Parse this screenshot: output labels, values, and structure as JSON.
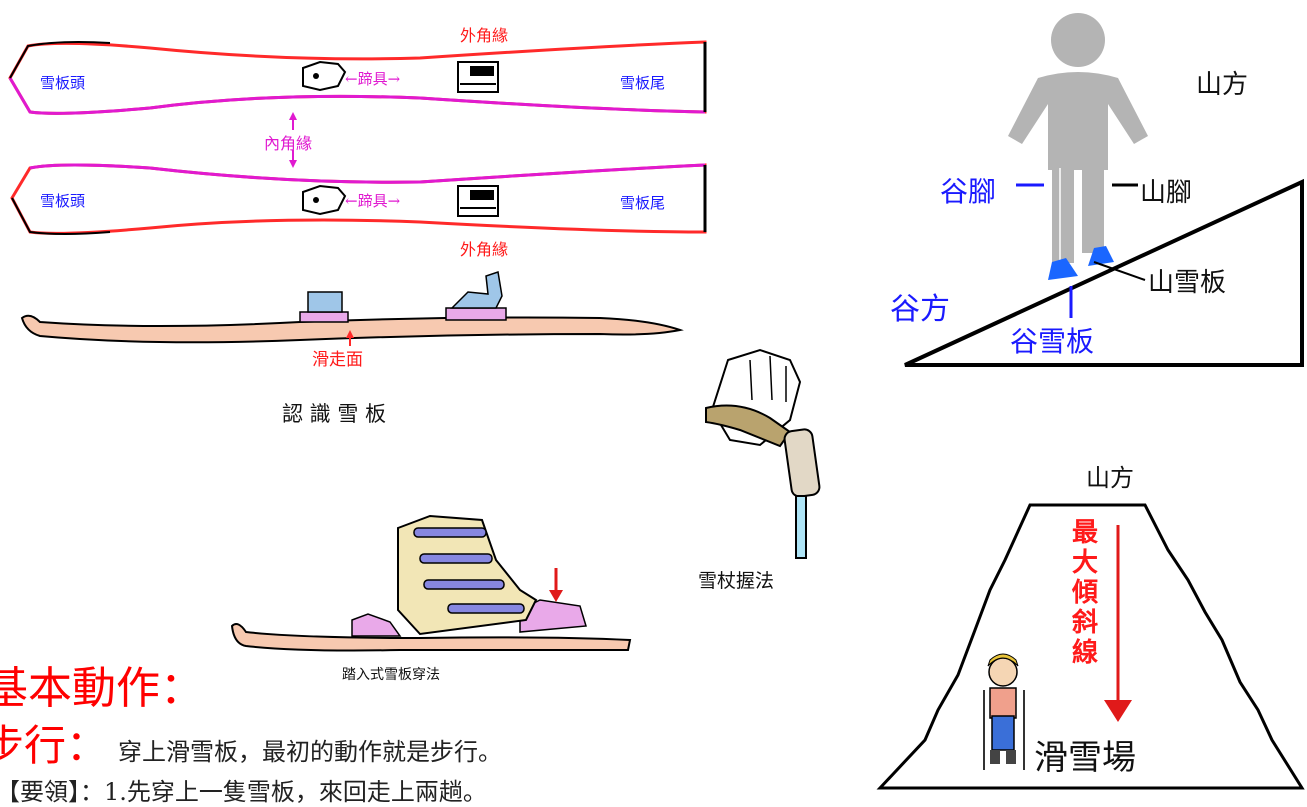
{
  "skis": {
    "tip": "雪板頭",
    "tail": "雪板尾",
    "outer_edge": "外角緣",
    "inner_edge": "內角緣",
    "binding": "←蹄具→",
    "base": "滑走面",
    "caption": "認 識 雪 板"
  },
  "boot": {
    "caption": "踏入式雪板穿法"
  },
  "pole": {
    "caption": "雪杖握法"
  },
  "slope_figure": {
    "uphill": "山方",
    "valley_foot": "谷腳",
    "uphill_foot": "山腳",
    "valley_side": "谷方",
    "uphill_ski": "山雪板",
    "valley_ski": "谷雪板"
  },
  "mountain": {
    "uphill": "山方",
    "fall_line": "最大傾斜線",
    "resort": "滑雪場"
  },
  "text": {
    "heading": "基本動作：",
    "walk_title": "步行：",
    "walk_desc": "穿上滑雪板，最初的動作就是步行。",
    "tip_line": "【要領】：1.先穿上一隻雪板，來回走上兩趟。"
  },
  "colors": {
    "outer_edge": "#ff2a2a",
    "inner_edge": "#e01ad0",
    "label_blue": "#1a1aff",
    "figure_grey": "#b4b4b4"
  }
}
